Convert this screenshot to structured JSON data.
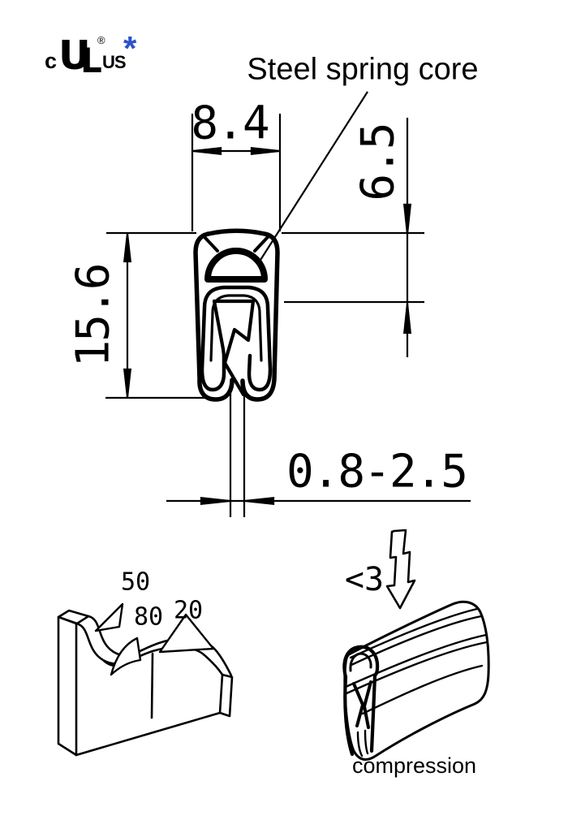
{
  "certification": {
    "c_label": "c",
    "mark_u": "U",
    "mark_l": "L",
    "registered": "®",
    "us_label": "US",
    "star": "*"
  },
  "callout": {
    "label": "Steel spring core"
  },
  "dimensions": {
    "top_width_mm": "8.4",
    "core_height_mm": "6.5",
    "total_height_mm": "15.6",
    "grip_range_mm": "0.8-2.5"
  },
  "bend_radii": {
    "r1": "50",
    "r2": "80",
    "r3": "20"
  },
  "compression": {
    "value": "<3",
    "label": "compression"
  },
  "colors": {
    "line": "#000000",
    "star_blue": "#2b52c8"
  }
}
